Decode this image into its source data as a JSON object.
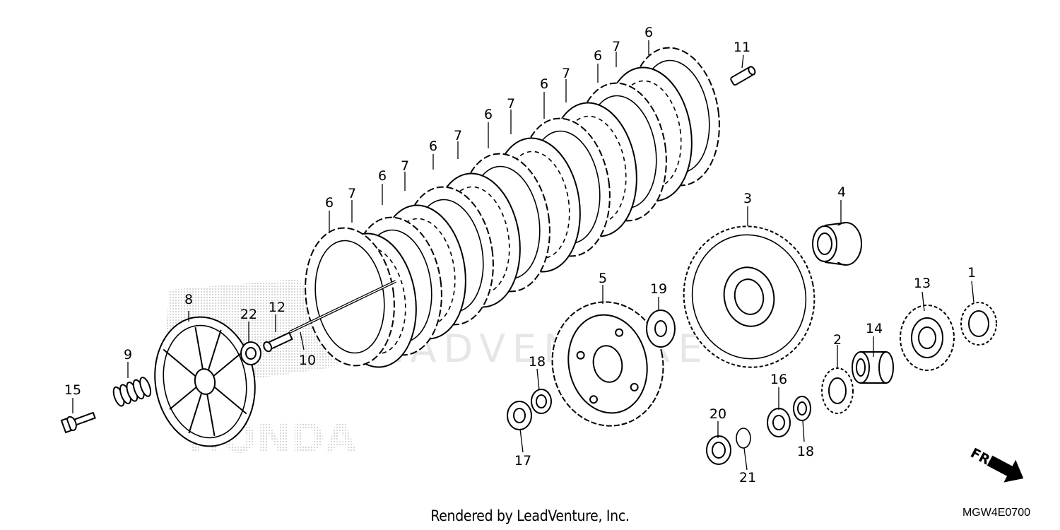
{
  "diagram": {
    "callouts": [
      "1",
      "2",
      "3",
      "4",
      "5",
      "6",
      "7",
      "8",
      "9",
      "10",
      "11",
      "12",
      "13",
      "14",
      "15",
      "16",
      "17",
      "18",
      "19",
      "20",
      "21",
      "22"
    ],
    "front_marker": "FR.",
    "watermark": "LEADVENTURE",
    "brand_watermark": "HONDA"
  },
  "footer": {
    "credit": "Rendered by LeadVenture, Inc.",
    "diagram_code": "MGW4E0700"
  }
}
